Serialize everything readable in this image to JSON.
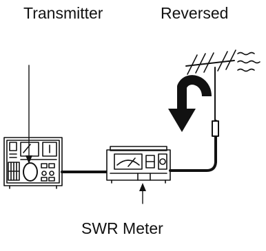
{
  "labels": {
    "transmitter": "Transmitter",
    "reversed": "Reversed",
    "swr_meter": "SWR Meter"
  },
  "colors": {
    "line": "#111111",
    "background": "#ffffff"
  }
}
